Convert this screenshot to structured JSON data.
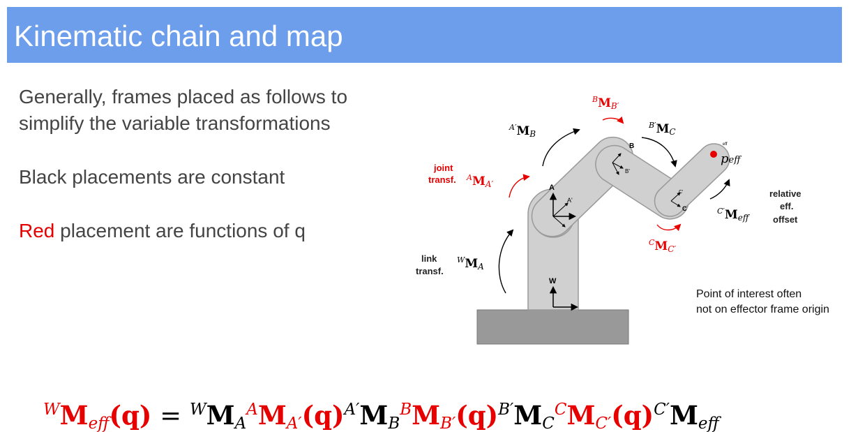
{
  "title": "Kinematic chain and map",
  "bullets": {
    "line1": "Generally, frames placed as follows to",
    "line2": "simplify the variable transformations",
    "black_line": "Black placements are constant",
    "red_word": "Red",
    "red_rest": " placement are functions of q"
  },
  "diagram": {
    "joint_transf_1": "joint",
    "joint_transf_2": "transf.",
    "link_transf_1": "link",
    "link_transf_2": "transf.",
    "relative_1": "relative",
    "relative_2": "eff.",
    "relative_3": "offset",
    "point_note_1": "Point of interest often",
    "point_note_2": "not on effector frame origin",
    "frame_W": "W",
    "frame_A": "A",
    "frame_A_prime": "A'",
    "frame_B": "B",
    "frame_B_prime": "B'",
    "frame_C": "C",
    "frame_C_prime": "C'",
    "eff_label": "eff",
    "p_eff": "p",
    "p_eff_sub": "eff",
    "matrices": {
      "W_MA": {
        "pre": "W",
        "m": "M",
        "sub": "A"
      },
      "A_MAp": {
        "pre": "A",
        "m": "M",
        "sub": "A′"
      },
      "Ap_MB": {
        "pre": "A′",
        "m": "M",
        "sub": "B"
      },
      "B_MBp": {
        "pre": "B",
        "m": "M",
        "sub": "B′"
      },
      "Bp_MC": {
        "pre": "B′",
        "m": "M",
        "sub": "C"
      },
      "C_MCp": {
        "pre": "C",
        "m": "M",
        "sub": "C′"
      },
      "Cp_Meff": {
        "pre": "C′",
        "m": "M",
        "sub": "eff"
      }
    }
  },
  "equation": {
    "lhs_pre": "W",
    "lhs_m": "M",
    "lhs_sub": "eff",
    "lhs_arg": "(q)",
    "eq": " = ",
    "t1_pre": "W",
    "t1_m": "M",
    "t1_sub": "A",
    "t2_pre": "A",
    "t2_m": "M",
    "t2_sub": "A′",
    "t2_arg": "(q)",
    "t3_pre": "A′",
    "t3_m": "M",
    "t3_sub": "B",
    "t4_pre": "B",
    "t4_m": "M",
    "t4_sub": "B′",
    "t4_arg": "(q)",
    "t5_pre": "B′",
    "t5_m": "M",
    "t5_sub": "C",
    "t6_pre": "C",
    "t6_m": "M",
    "t6_sub": "C′",
    "t6_arg": "(q)",
    "t7_pre": "C′",
    "t7_m": "M",
    "t7_sub": "eff"
  },
  "colors": {
    "title_bg": "#6d9eeb",
    "red": "#e60000",
    "text": "#444444",
    "link_fill": "#d0d0d0",
    "base_fill": "#999999"
  }
}
